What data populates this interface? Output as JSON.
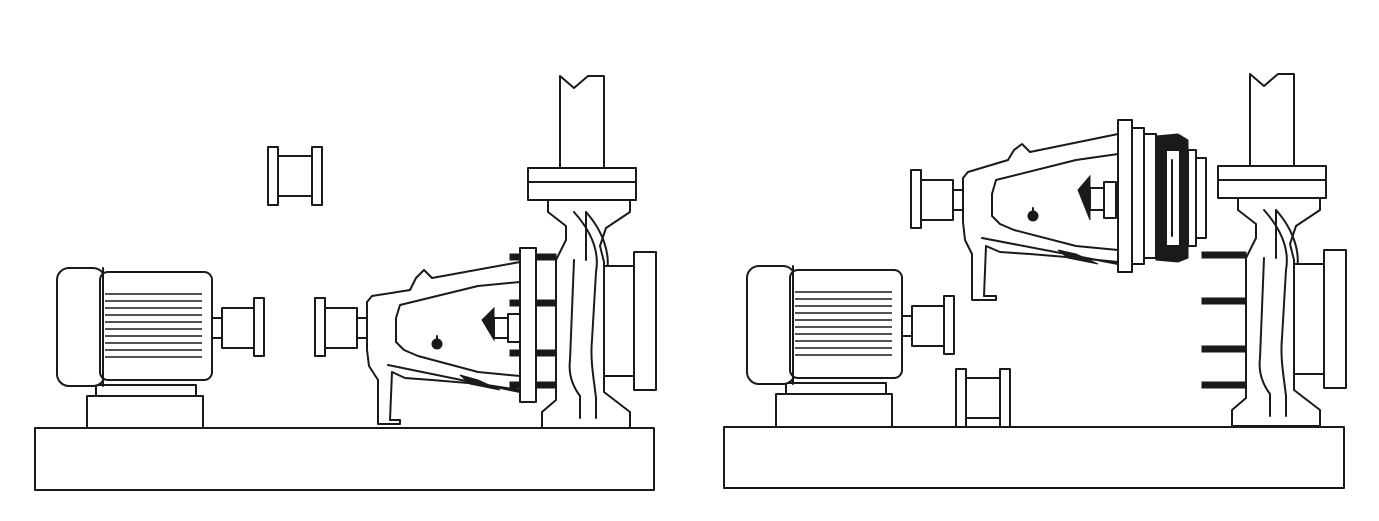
{
  "diagram": {
    "panels": [
      {
        "id": "left",
        "state": "coupling spacer removed, pump in place"
      },
      {
        "id": "right",
        "state": "back pull-out assembly removed, casing remains"
      }
    ],
    "components": [
      "base",
      "motor",
      "motor-pedestal",
      "coupling-hub",
      "coupling-spacer",
      "bearing-frame",
      "impeller",
      "seal",
      "casing",
      "discharge-pipe",
      "suction-flange",
      "studs"
    ],
    "colors": {
      "stroke": "#1a1a1a",
      "background": "#ffffff"
    }
  }
}
